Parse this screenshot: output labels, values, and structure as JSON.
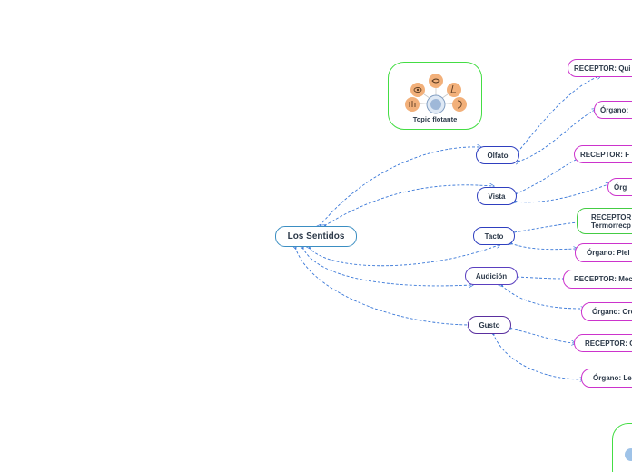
{
  "central": {
    "label": "Los Sentidos"
  },
  "floating_topic": {
    "label": "Topic flotante",
    "icon": "five-senses-icon"
  },
  "senses": [
    {
      "label": "Olfato"
    },
    {
      "label": "Vista"
    },
    {
      "label": "Tacto"
    },
    {
      "label": "Audición"
    },
    {
      "label": "Gusto"
    }
  ],
  "details": [
    {
      "label": "RECEPTOR: Qui"
    },
    {
      "label": "Órgano:"
    },
    {
      "label": "RECEPTOR: F"
    },
    {
      "label": "Órg"
    },
    {
      "label_line1": "RECEPTOR:",
      "label_line2": "Termorrecp"
    },
    {
      "label": "Órgano: Piel"
    },
    {
      "label": "RECEPTOR: Meca"
    },
    {
      "label": "Órgano: Ore"
    },
    {
      "label": "RECEPTOR: Q"
    },
    {
      "label": "Órgano: Le"
    }
  ],
  "colors": {
    "central_border": "#3b8ec2",
    "main_border": "#2f3fbf",
    "detail_border": "#cc33cc",
    "thermo_border": "#44cc44",
    "floating_border": "#44dd44",
    "link": "#3a78d8"
  }
}
